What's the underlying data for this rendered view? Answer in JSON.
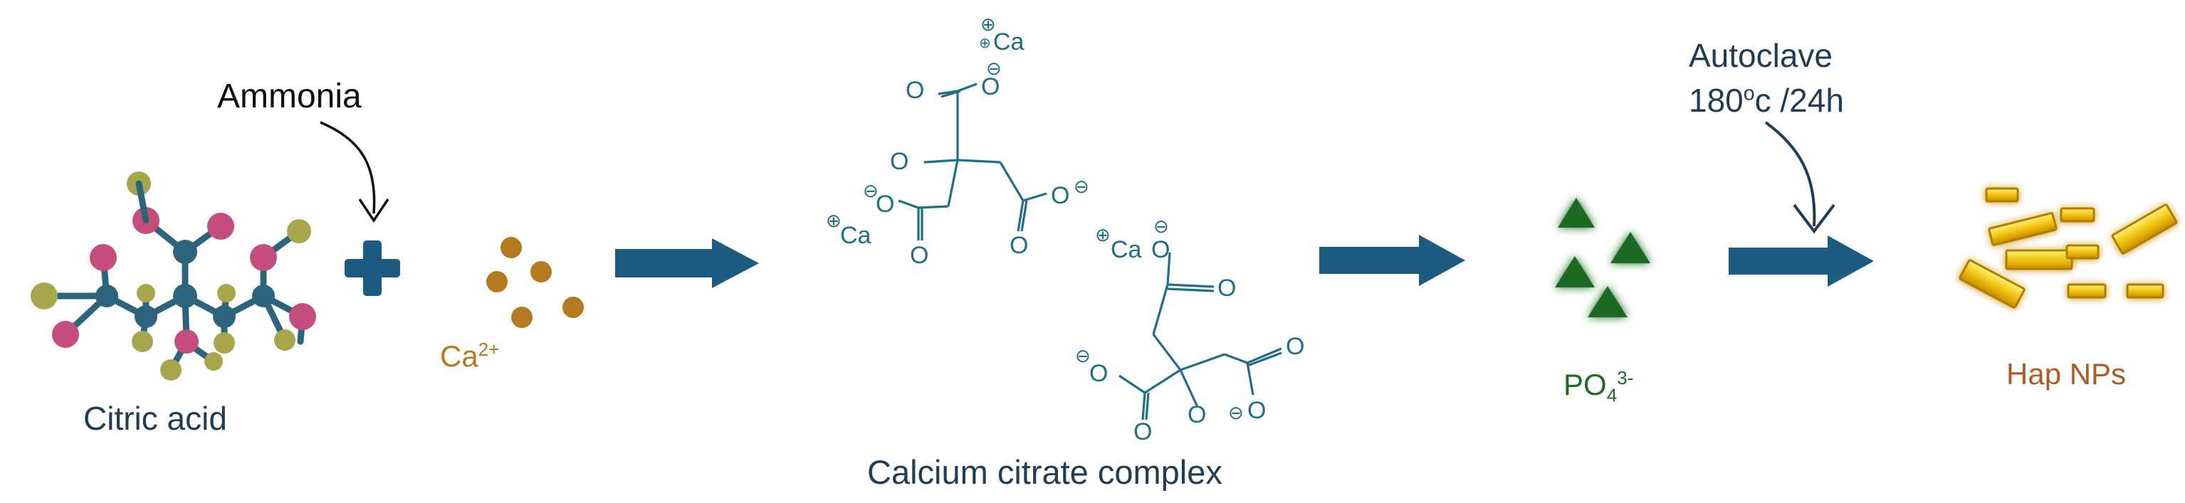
{
  "colors": {
    "arrow": "#1d5c82",
    "citrate": "#1f6f86",
    "calcium": "#b57a1d",
    "phosphate": "#1e6a22",
    "hap_label": "#b05a22",
    "text_dark": "#1f3d55",
    "atom_pink": "#c44d7e",
    "atom_olive": "#a7a64a",
    "atom_teal": "#2d647d"
  },
  "labels": {
    "ammonia": "Ammonia",
    "citric_acid": "Citric acid",
    "calcium_ion": {
      "base": "Ca",
      "sup": "2+"
    },
    "complex_title": "Calcium citrate complex",
    "autoclave": "Autoclave",
    "autoclave_cond": {
      "pre": "180",
      "sup": "o",
      "post": "c /24h"
    },
    "phosphate": {
      "base": "PO",
      "sub": "4",
      "sup": "3-"
    },
    "hap": "Hap NPs"
  },
  "structure": {
    "o_atom": "O",
    "ca_atom": "Ca",
    "plus": "⊕",
    "minus": "⊖"
  }
}
